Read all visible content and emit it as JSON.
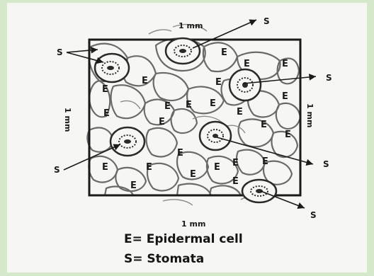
{
  "diagram": {
    "top_dimension": "1 mm",
    "bottom_dimension": "1 mm",
    "left_dimension": "1 mm",
    "right_dimension": "1 mm",
    "epidermal_letter": "E",
    "stoma_letter": "S"
  },
  "legend": {
    "epidermal": "E= Epidermal cell",
    "stomata": "S= Stomata"
  }
}
